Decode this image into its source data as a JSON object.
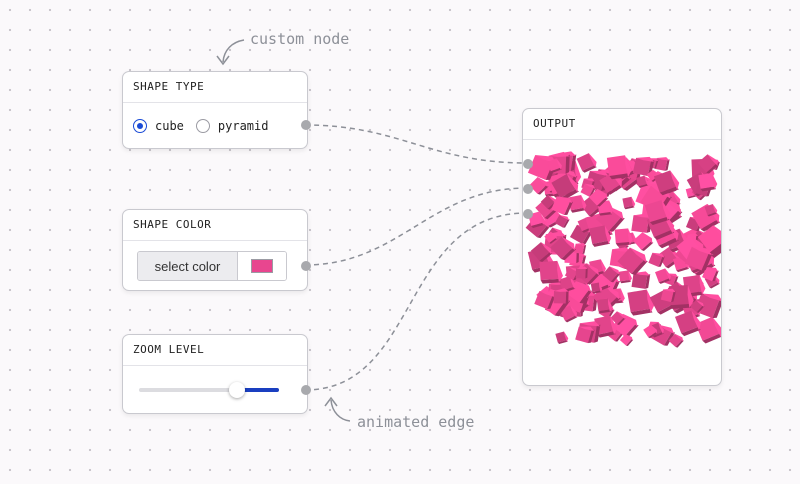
{
  "annotations": {
    "custom_node": "custom node",
    "animated_edge": "animated edge"
  },
  "nodes": {
    "shape_type": {
      "title": "SHAPE TYPE",
      "options": [
        {
          "label": "cube",
          "checked": true
        },
        {
          "label": "pyramid",
          "checked": false
        }
      ]
    },
    "shape_color": {
      "title": "SHAPE COLOR",
      "button_label": "select color",
      "value": "#e8468f"
    },
    "zoom_level": {
      "title": "ZOOM LEVEL",
      "value_fraction": 0.7
    },
    "output": {
      "title": "OUTPUT",
      "shape_color": "#e8468f"
    }
  },
  "colors": {
    "accent": "#1a4bd6",
    "handle": "#a8a9ad",
    "edge": "#8d9098",
    "shape": "#e8468f"
  }
}
